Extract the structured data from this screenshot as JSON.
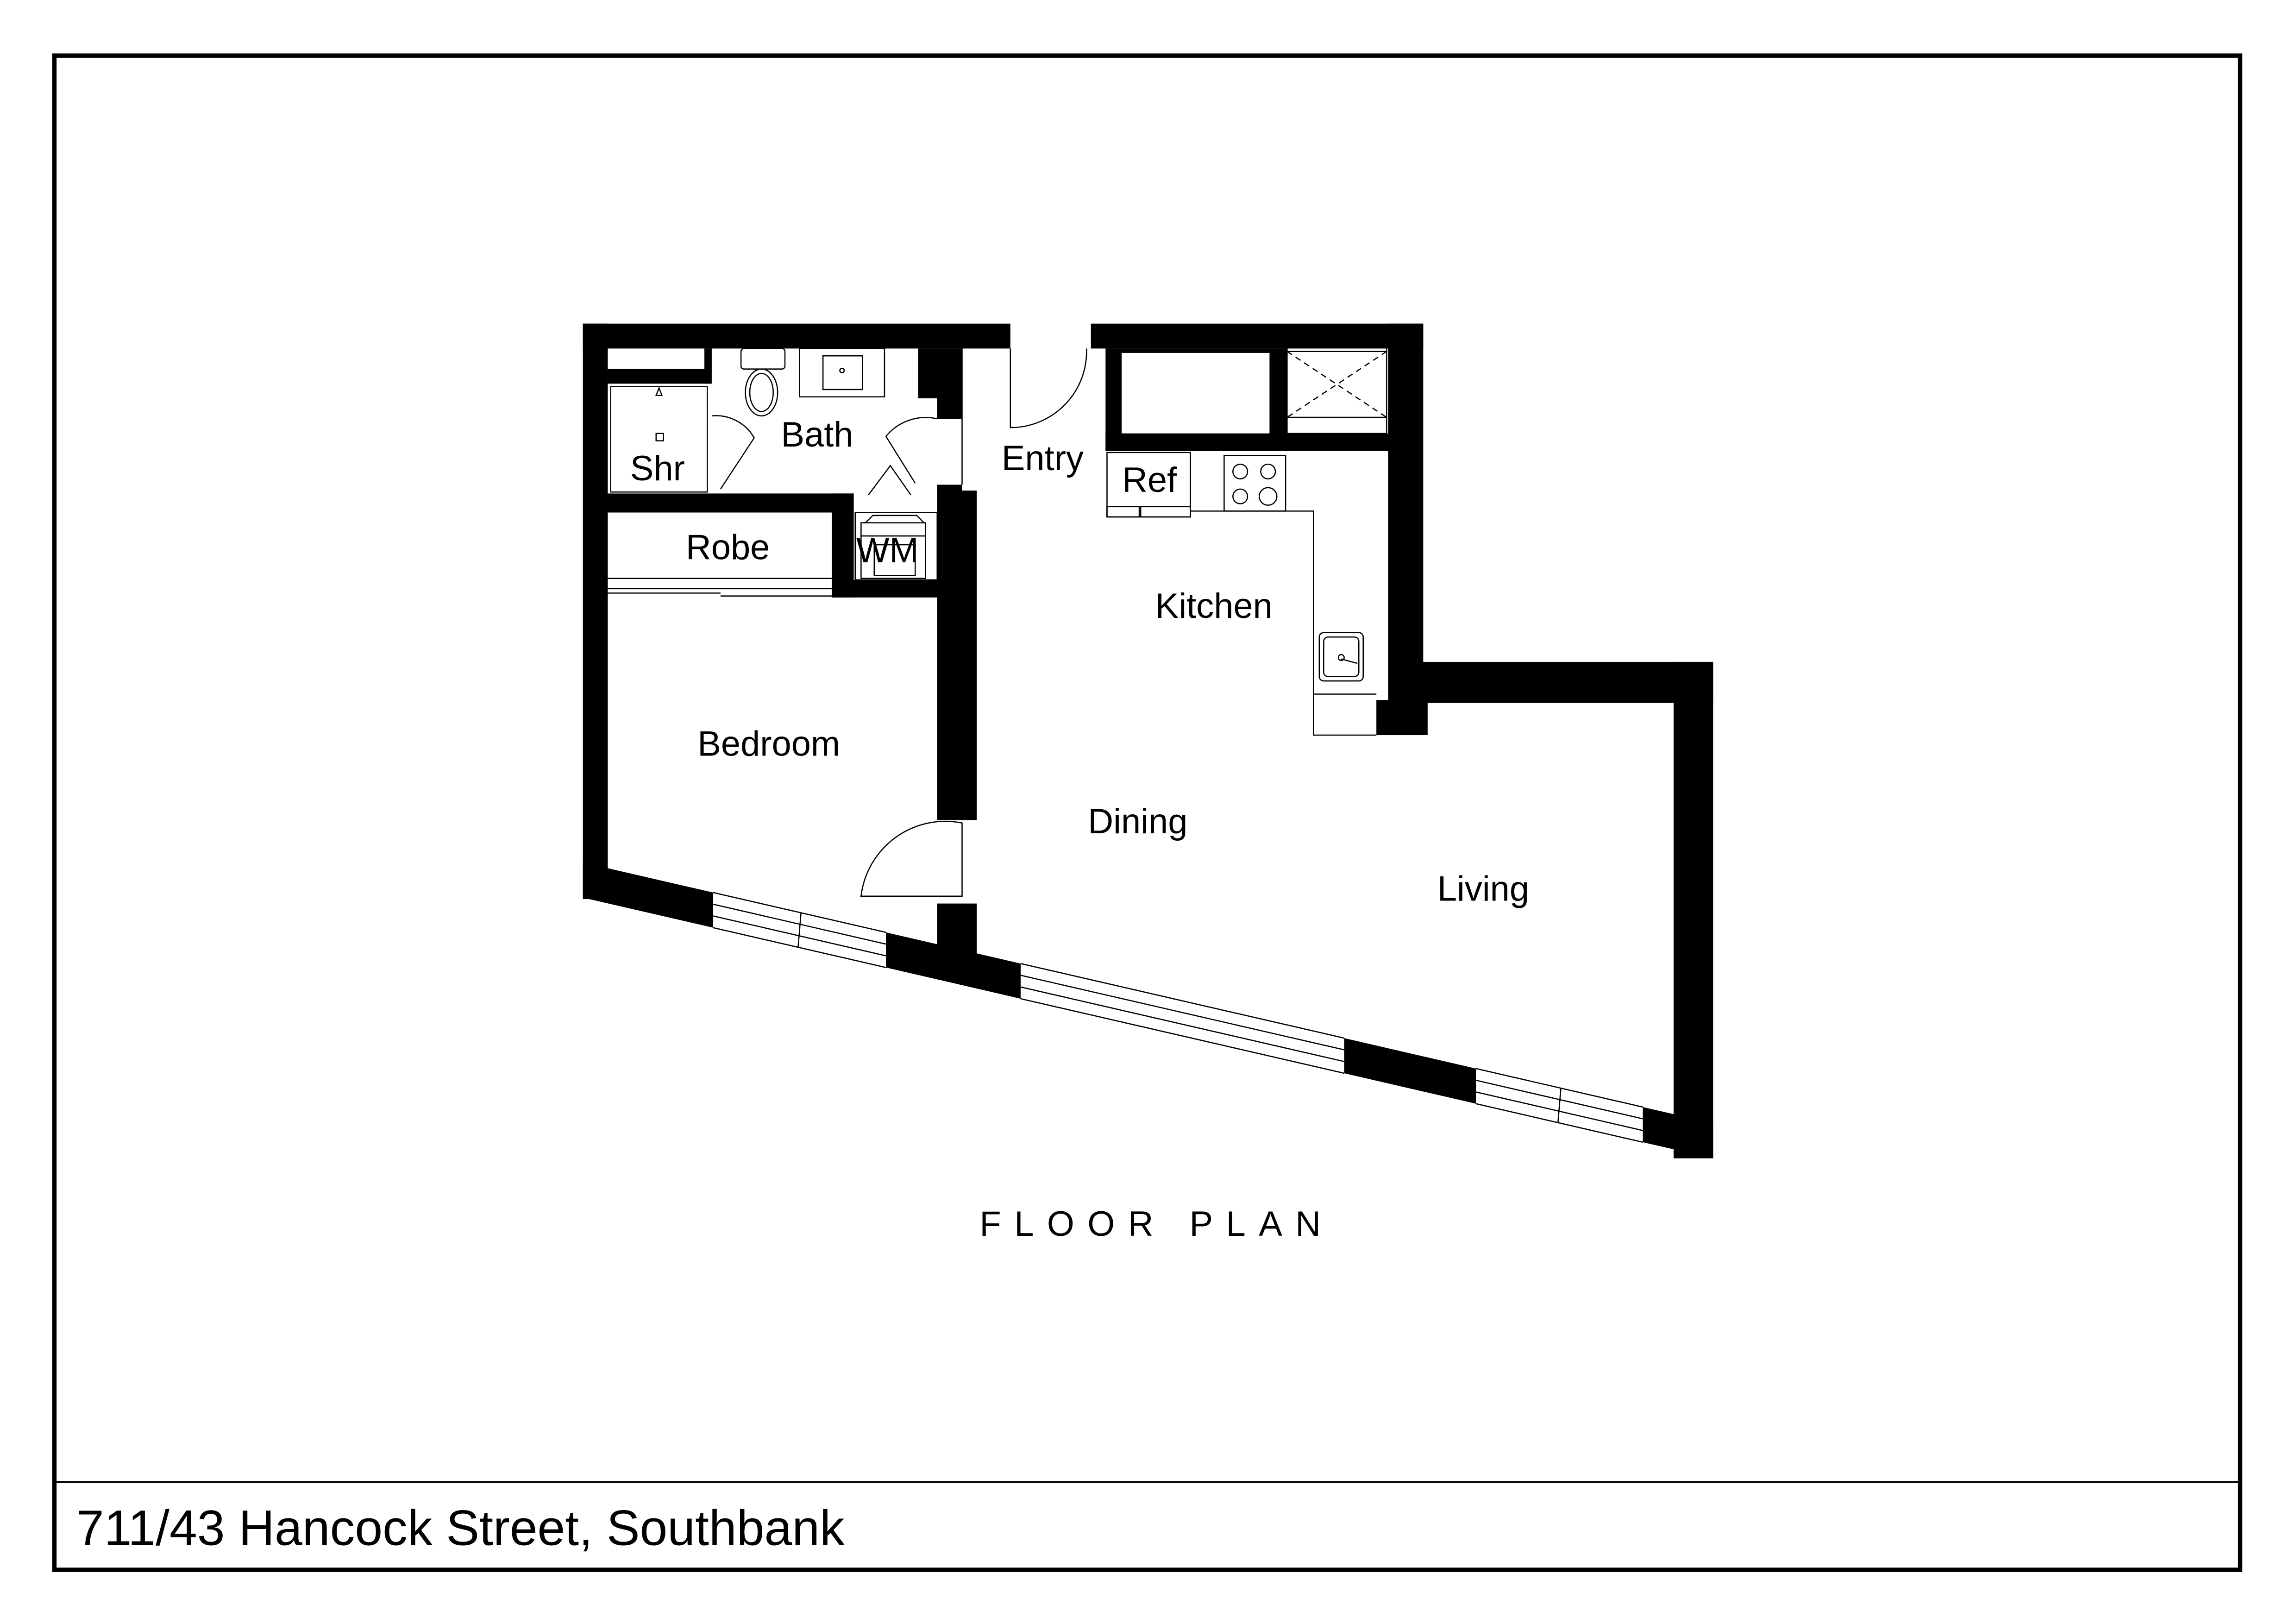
{
  "plan": {
    "title": "FLOOR PLAN",
    "address": "711/43 Hancock Street, Southbank",
    "rooms": {
      "shower": "Shr",
      "bath": "Bath",
      "entry": "Entry",
      "ref": "Ref",
      "robe": "Robe",
      "wm": "WM",
      "kitchen": "Kitchen",
      "bedroom": "Bedroom",
      "dining": "Dining",
      "living": "Living"
    }
  }
}
